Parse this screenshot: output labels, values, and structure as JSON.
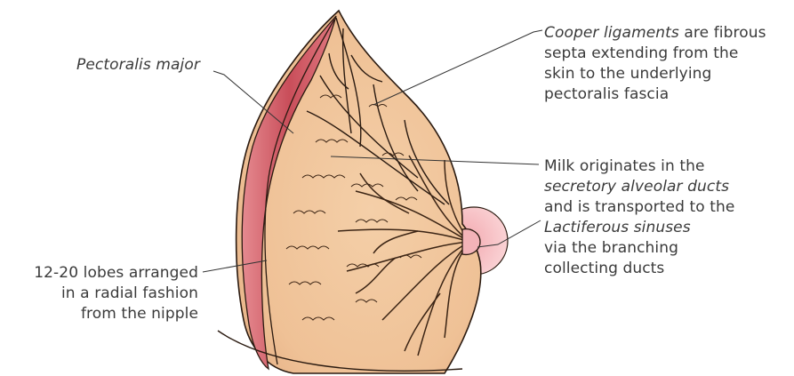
{
  "labels": {
    "pectoralis": "Pectoralis major",
    "cooper": {
      "line1_italic": "Cooper ligaments",
      "line1_rest": " are fibrous",
      "line2": "septa extending from the",
      "line3": "skin to the underlying",
      "line4": "pectoralis fascia"
    },
    "milk": {
      "line1": "Milk originates in the",
      "line2": "secretory alveolar ducts",
      "line3": "and is transported to the",
      "line4": "Lactiferous sinuses",
      "line5": "via the branching",
      "line6": "collecting ducts"
    },
    "lobes": {
      "line1": "12-20 lobes arranged",
      "line2": "in a radial fashion",
      "line3": "from the nipple"
    }
  },
  "colors": {
    "outline": "#2a1a10",
    "tissue": "#f0c49a",
    "tissue_light": "#f6d7b4",
    "muscle": "#c8505c",
    "muscle_light": "#e98a8f",
    "areola": "#f7bcc0",
    "duct": "#5a3a20",
    "leader": "#333333"
  }
}
